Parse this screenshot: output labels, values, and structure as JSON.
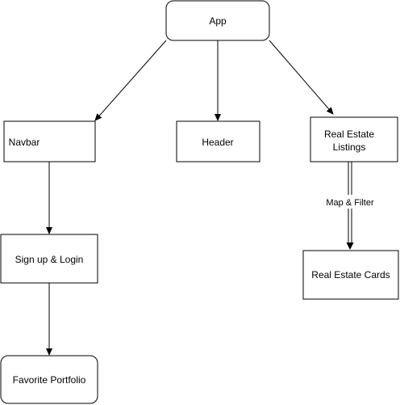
{
  "nodes": {
    "app": {
      "label": "App",
      "rounded": true
    },
    "navbar": {
      "label": "Navbar",
      "rounded": false
    },
    "header": {
      "label": "Header",
      "rounded": false
    },
    "listings": {
      "label_line1": "Real Estate",
      "label_line2": "Listings",
      "rounded": false
    },
    "signup": {
      "label": "Sign up & Login",
      "rounded": false
    },
    "favorite": {
      "label": "Favorite Portfolio",
      "rounded": true
    },
    "cards": {
      "label": "Real Estate Cards",
      "rounded": false
    }
  },
  "edges": {
    "listings_to_cards": {
      "label": "Map & Filter",
      "style": "double"
    }
  },
  "colors": {
    "stroke": "#000000",
    "fill": "#ffffff",
    "text": "#000000"
  }
}
